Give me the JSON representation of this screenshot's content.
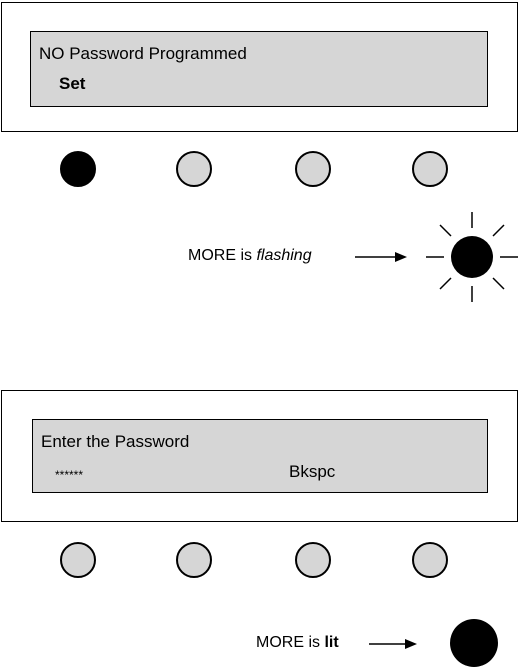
{
  "screen1": {
    "line1": "NO Password Programmed",
    "line2": "Set",
    "buttons": [
      "filled",
      "empty",
      "empty",
      "empty"
    ],
    "more_caption_prefix": "MORE is ",
    "more_caption_state": "flashing",
    "more_indicator": "flashing-sun-icon"
  },
  "screen2": {
    "line1": "Enter the Password",
    "password_mask": "******",
    "softkey_label": "Bkspc",
    "buttons": [
      "empty",
      "empty",
      "empty",
      "empty"
    ],
    "more_caption_prefix": "MORE is ",
    "more_caption_state": "lit",
    "more_indicator": "lit-dot-icon"
  }
}
